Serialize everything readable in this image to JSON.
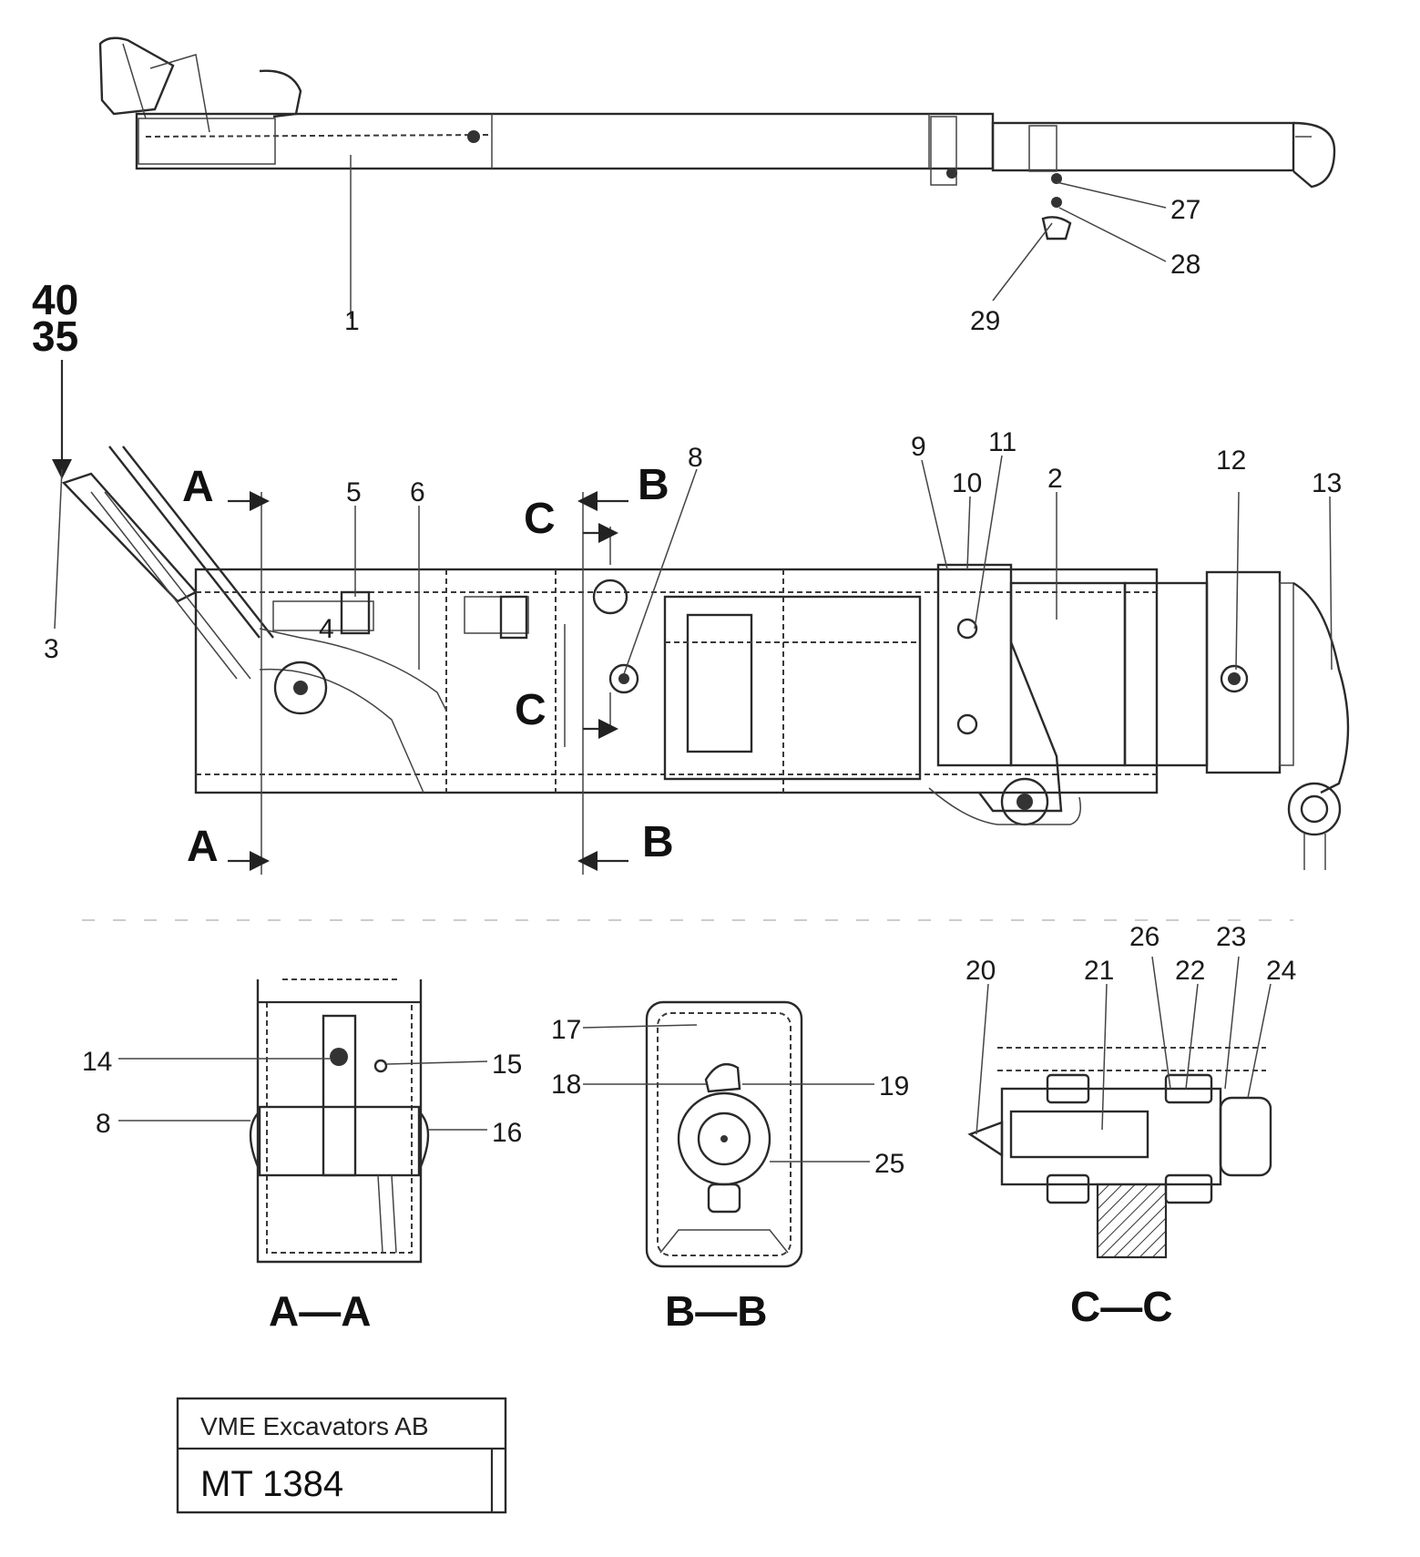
{
  "callouts": {
    "c1": "1",
    "c2": "2",
    "c3": "3",
    "c4": "4",
    "c5": "5",
    "c6": "6",
    "c8a": "8",
    "c8b": "8",
    "c9": "9",
    "c10": "10",
    "c11": "11",
    "c12": "12",
    "c13": "13",
    "c14": "14",
    "c15": "15",
    "c16": "16",
    "c17": "17",
    "c18": "18",
    "c19": "19",
    "c20": "20",
    "c21": "21",
    "c22": "22",
    "c23": "23",
    "c24": "24",
    "c25": "25",
    "c26": "26",
    "c27": "27",
    "c28": "28",
    "c29": "29",
    "c35": "35",
    "c40": "40"
  },
  "section_marks": {
    "a_top": "A",
    "a_bottom": "A",
    "b_top": "B",
    "b_bottom": "B",
    "c_top": "C",
    "c_bottom": "C"
  },
  "section_views": {
    "aa": "A—A",
    "bb": "B—B",
    "cc": "C—C"
  },
  "title_block": {
    "company": "VME Excavators AB",
    "drawing_number": "MT 1384"
  }
}
